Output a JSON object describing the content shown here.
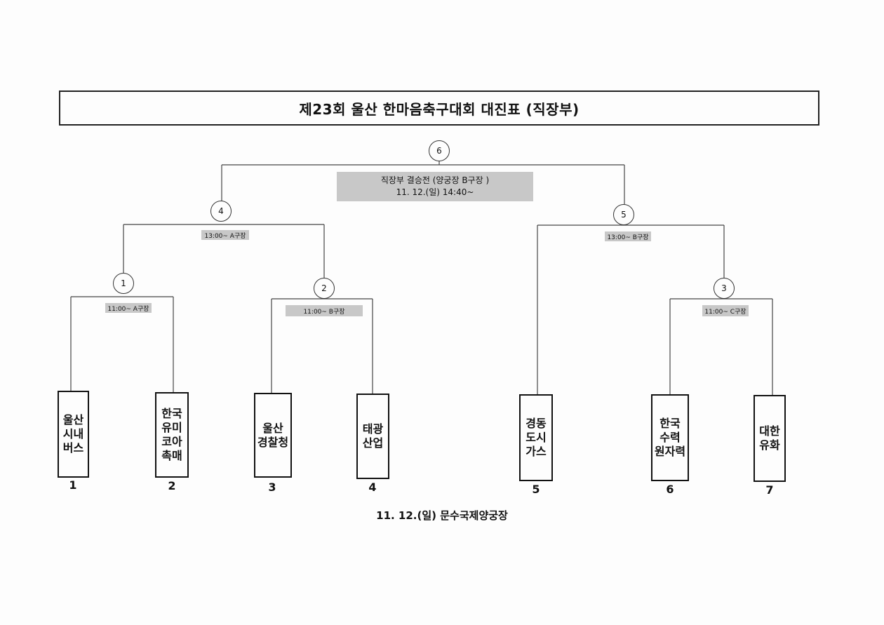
{
  "title": "제23회 울산 한마음축구대회 대진표 (직장부)",
  "final": {
    "match_no": "6",
    "label_line1": "직장부 결승전 (양궁장 B구장 )",
    "label_line2": "11. 12.(일) 14:40~"
  },
  "semifinals": [
    {
      "match_no": "4",
      "slot": "13:00~ A구장"
    },
    {
      "match_no": "5",
      "slot": "13:00~ B구장"
    }
  ],
  "first_round": [
    {
      "match_no": "1",
      "slot": "11:00~ A구장"
    },
    {
      "match_no": "2",
      "slot": "11:00~ B구장"
    },
    {
      "match_no": "3",
      "slot": "11:00~ C구장"
    }
  ],
  "teams": [
    {
      "seed": "1",
      "name": "울산\n시내\n버스"
    },
    {
      "seed": "2",
      "name": "한국\n유미\n코아\n촉매"
    },
    {
      "seed": "3",
      "name": "울산\n경찰청"
    },
    {
      "seed": "4",
      "name": "태광\n산업"
    },
    {
      "seed": "5",
      "name": "경동\n도시\n가스"
    },
    {
      "seed": "6",
      "name": "한국\n수력\n원자력"
    },
    {
      "seed": "7",
      "name": "대한\n유화"
    }
  ],
  "footer": "11. 12.(일) 문수국제양궁장"
}
